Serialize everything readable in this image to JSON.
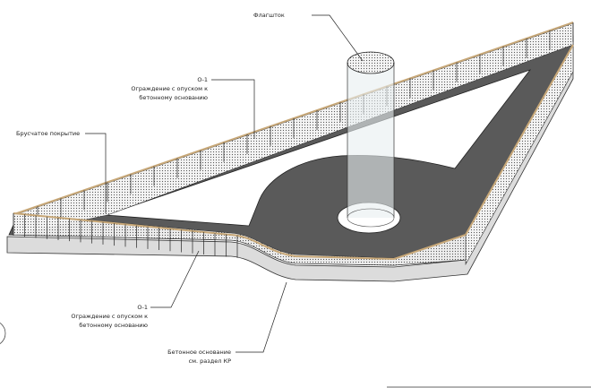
{
  "labels": {
    "flagpole": "Флагшток",
    "fence_top_code": "О-1",
    "fence_top_line1": "Ограждение с опуском к",
    "fence_top_line2": "бетонному основанию",
    "paving": "Брусчатое покрытие",
    "fence_bottom_code": "О-1",
    "fence_bottom_line1": "Ограждение с опуском к",
    "fence_bottom_line2": "бетонному основанию",
    "base_line1": "Бетонное основание",
    "base_line2": "см. раздел КР"
  },
  "colors": {
    "paving": "#555555",
    "concrete": "#d9d9d9",
    "rail": "#c8a878"
  }
}
